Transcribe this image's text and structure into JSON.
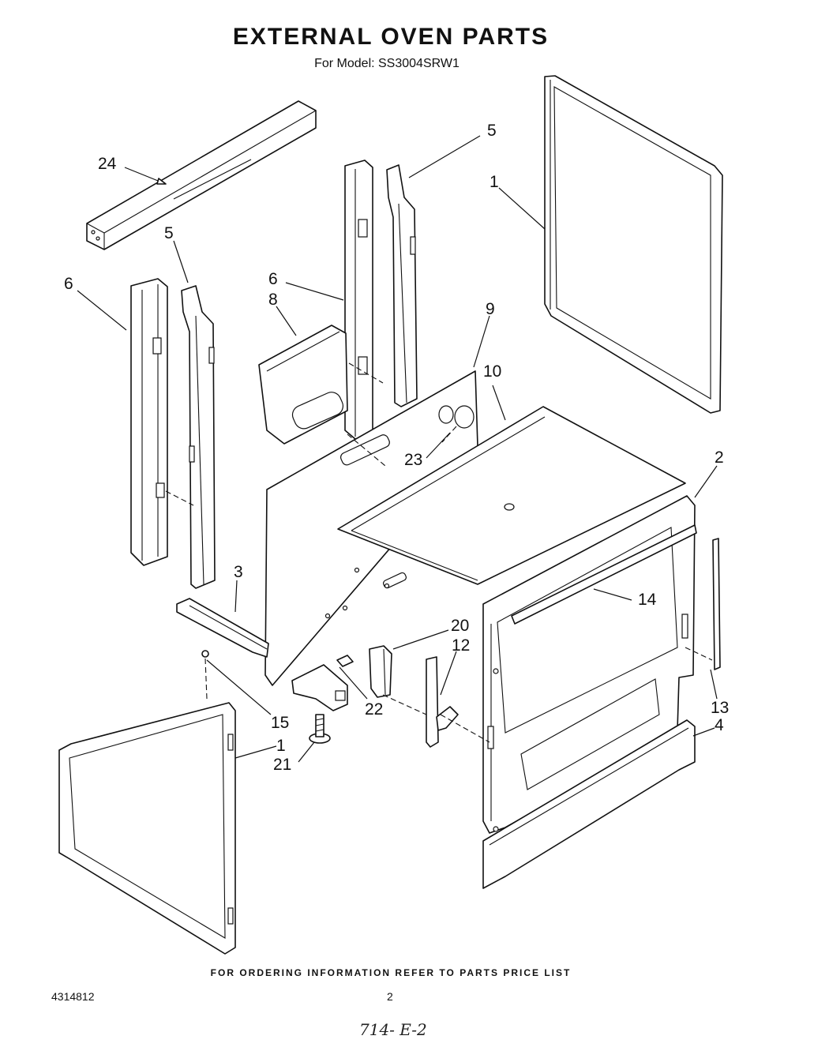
{
  "header": {
    "title": "EXTERNAL OVEN PARTS",
    "subtitle": "For Model: SS3004SRW1"
  },
  "footer": {
    "note": "FOR ORDERING INFORMATION REFER TO PARTS PRICE LIST",
    "doc_number": "4314812",
    "page_number": "2",
    "handwritten": "714- E-2"
  },
  "callouts": {
    "c24": "24",
    "c5a": "5",
    "c5b": "5",
    "c1a": "1",
    "c1b": "1",
    "c6a": "6",
    "c6b": "6",
    "c8": "8",
    "c9": "9",
    "c10": "10",
    "c23": "23",
    "c2": "2",
    "c3": "3",
    "c14": "14",
    "c20": "20",
    "c12": "12",
    "c13": "13",
    "c4": "4",
    "c15": "15",
    "c22": "22",
    "c21": "21"
  }
}
